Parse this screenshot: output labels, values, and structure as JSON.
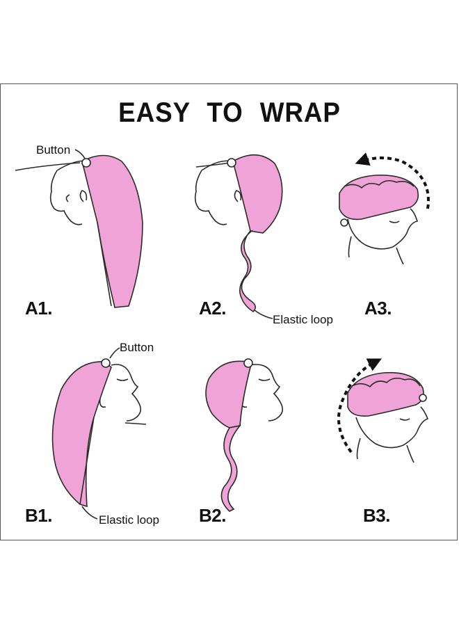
{
  "title": "EASY TO WRAP",
  "labels": {
    "a1": "A1.",
    "a2": "A2.",
    "a3": "A3.",
    "b1": "B1.",
    "b2": "B2.",
    "b3": "B3."
  },
  "callouts": {
    "button_a1": "Button",
    "button_b1": "Button",
    "elastic_a2": "Elastic loop",
    "elastic_b1": "Elastic loop"
  },
  "colors": {
    "towel_pink": "#f0a3d6",
    "outline": "#2a2a2a",
    "text": "#111111"
  },
  "icons": [
    "arrow-counterclockwise-icon",
    "arrow-clockwise-icon"
  ]
}
